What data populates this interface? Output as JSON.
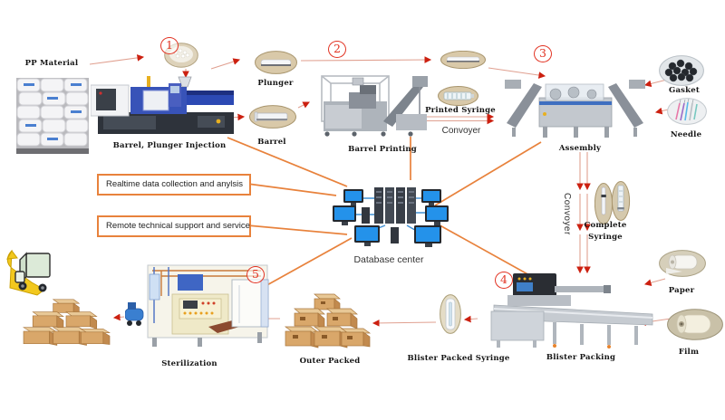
{
  "colors": {
    "arrow_line": "#e0a090",
    "arrow_head": "#cc2010",
    "orange_line": "#e8823c",
    "callout_border": "#e8823c",
    "step_number_red": "#e23424"
  },
  "steps": [
    {
      "number": "1",
      "label": "Barrel, Plunger Injection"
    },
    {
      "number": "2",
      "label": "Barrel Printing"
    },
    {
      "number": "3",
      "label": "Assembly"
    },
    {
      "number": "4",
      "label": "Blister Packing"
    },
    {
      "number": "5",
      "label": "Sterilization"
    }
  ],
  "labels": {
    "pp_material": "PP Material",
    "plunger": "Plunger",
    "barrel": "Barrel",
    "printed_syringe": "Printed Syringe",
    "convoyer_horizontal": "Convoyer",
    "gasket": "Gasket",
    "needle": "Needle",
    "convoyer_vertical": "Convoyer",
    "complete_line1": "Complete",
    "complete_line2": "Syringe",
    "database_center": "Database center",
    "paper": "Paper",
    "film": "Film",
    "blister_packed_syringe": "Blister Packed Syringe",
    "outer_packed": "Outer Packed"
  },
  "callouts": [
    "Realtime data collection and anylsis",
    "Remote technical support and service"
  ]
}
